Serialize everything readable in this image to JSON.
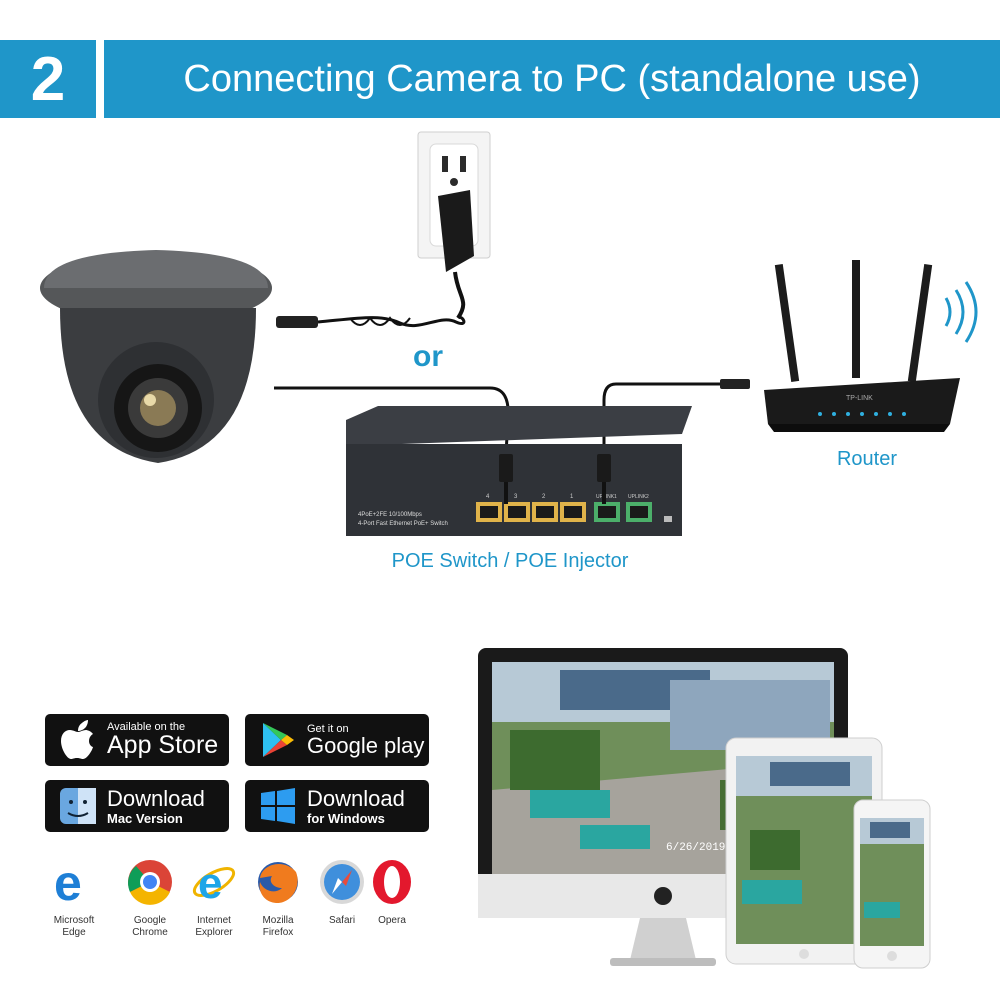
{
  "header": {
    "step_number": "2",
    "title": "Connecting Camera to PC (standalone use)"
  },
  "connection": {
    "or_label": "or",
    "router_label": "Router",
    "poe_label": "POE Switch / POE Injector",
    "switch_text_line1": "4PoE+2FE 10/100Mbps",
    "switch_text_line2": "4-Port Fast Ethernet PoE+ Switch",
    "router_brand": "TP-LINK",
    "port_labels": [
      "4",
      "3",
      "2",
      "1"
    ],
    "uplink_labels": [
      "UPLINK1",
      "UPLINK2"
    ]
  },
  "stores": {
    "app_store": {
      "line1": "Available on the",
      "line2": "App Store"
    },
    "google_play": {
      "line1": "Get it on",
      "line2": "Google play"
    },
    "mac": {
      "line1": "Download",
      "line2": "Mac Version"
    },
    "windows": {
      "line1": "Download",
      "line2": "for Windows"
    }
  },
  "browsers": [
    {
      "line1": "Microsoft",
      "line2": "Edge"
    },
    {
      "line1": "Google",
      "line2": "Chrome"
    },
    {
      "line1": "Internet",
      "line2": "Explorer"
    },
    {
      "line1": "Mozilla",
      "line2": "Firefox"
    },
    {
      "line1": "Safari",
      "line2": ""
    },
    {
      "line1": "Opera",
      "line2": ""
    }
  ],
  "devices": {
    "timestamp": "6/26/2019"
  },
  "colors": {
    "accent": "#1f96c9",
    "badge_bg": "#111111",
    "device_dark": "#3b3d40"
  }
}
